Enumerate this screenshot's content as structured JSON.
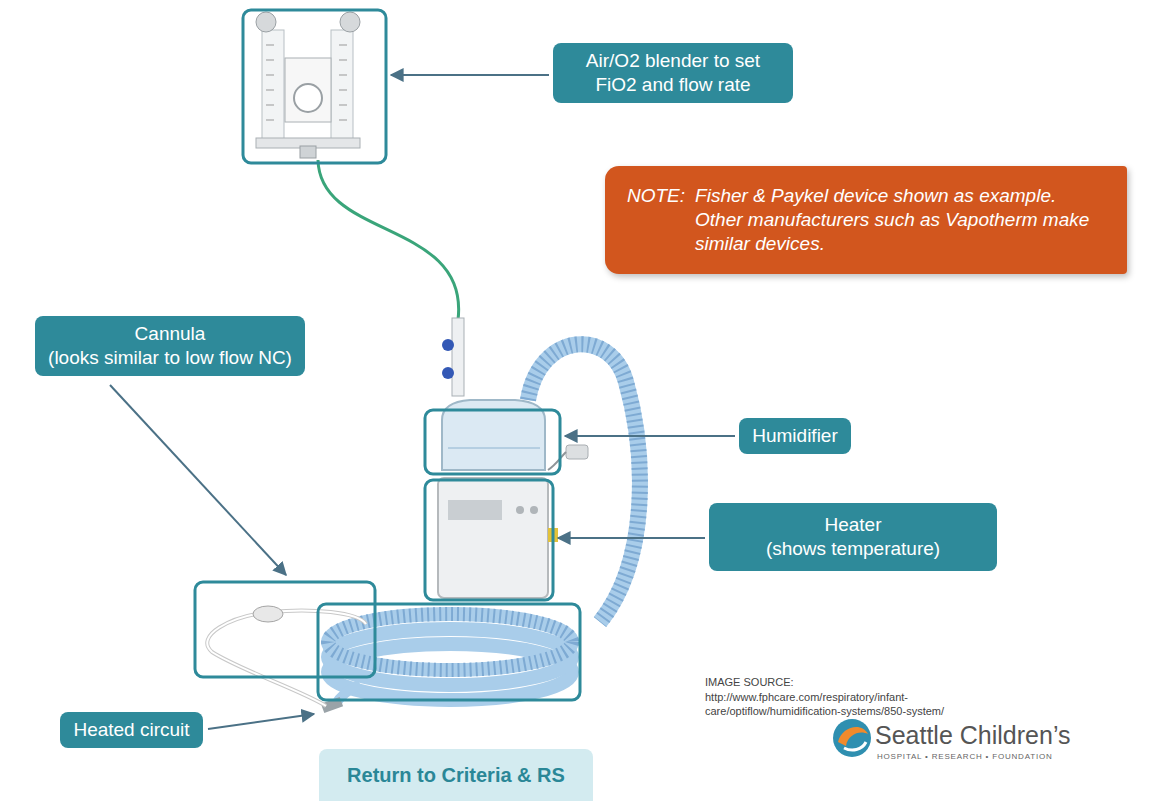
{
  "diagram": {
    "nodes": [
      {
        "text": [
          "Air/O2 blender to set FiO2 and flow rate"
        ]
      },
      {
        "text": [
          "NOTE:",
          "Fisher & Paykel device shown as example. Other manufacturers such as Vapotherm make similar devices."
        ]
      },
      {
        "text": [
          "Cannula",
          "(looks similar to low flow NC)"
        ]
      },
      {
        "text": [
          "Humidifier"
        ]
      },
      {
        "text": [
          "Heater",
          "(shows temperature)"
        ]
      },
      {
        "text": [
          "Heated circuit"
        ]
      },
      {
        "text": [
          "Return to Criteria & RS"
        ]
      }
    ],
    "labels": [
      "IMAGE SOURCE:",
      "http://www.fphcare.com/respiratory/infant- care/optiflow/humidification-systems/850-system/",
      "Seattle Children’s",
      "HOSPITAL • RESEARCH • FOUNDATION"
    ]
  }
}
